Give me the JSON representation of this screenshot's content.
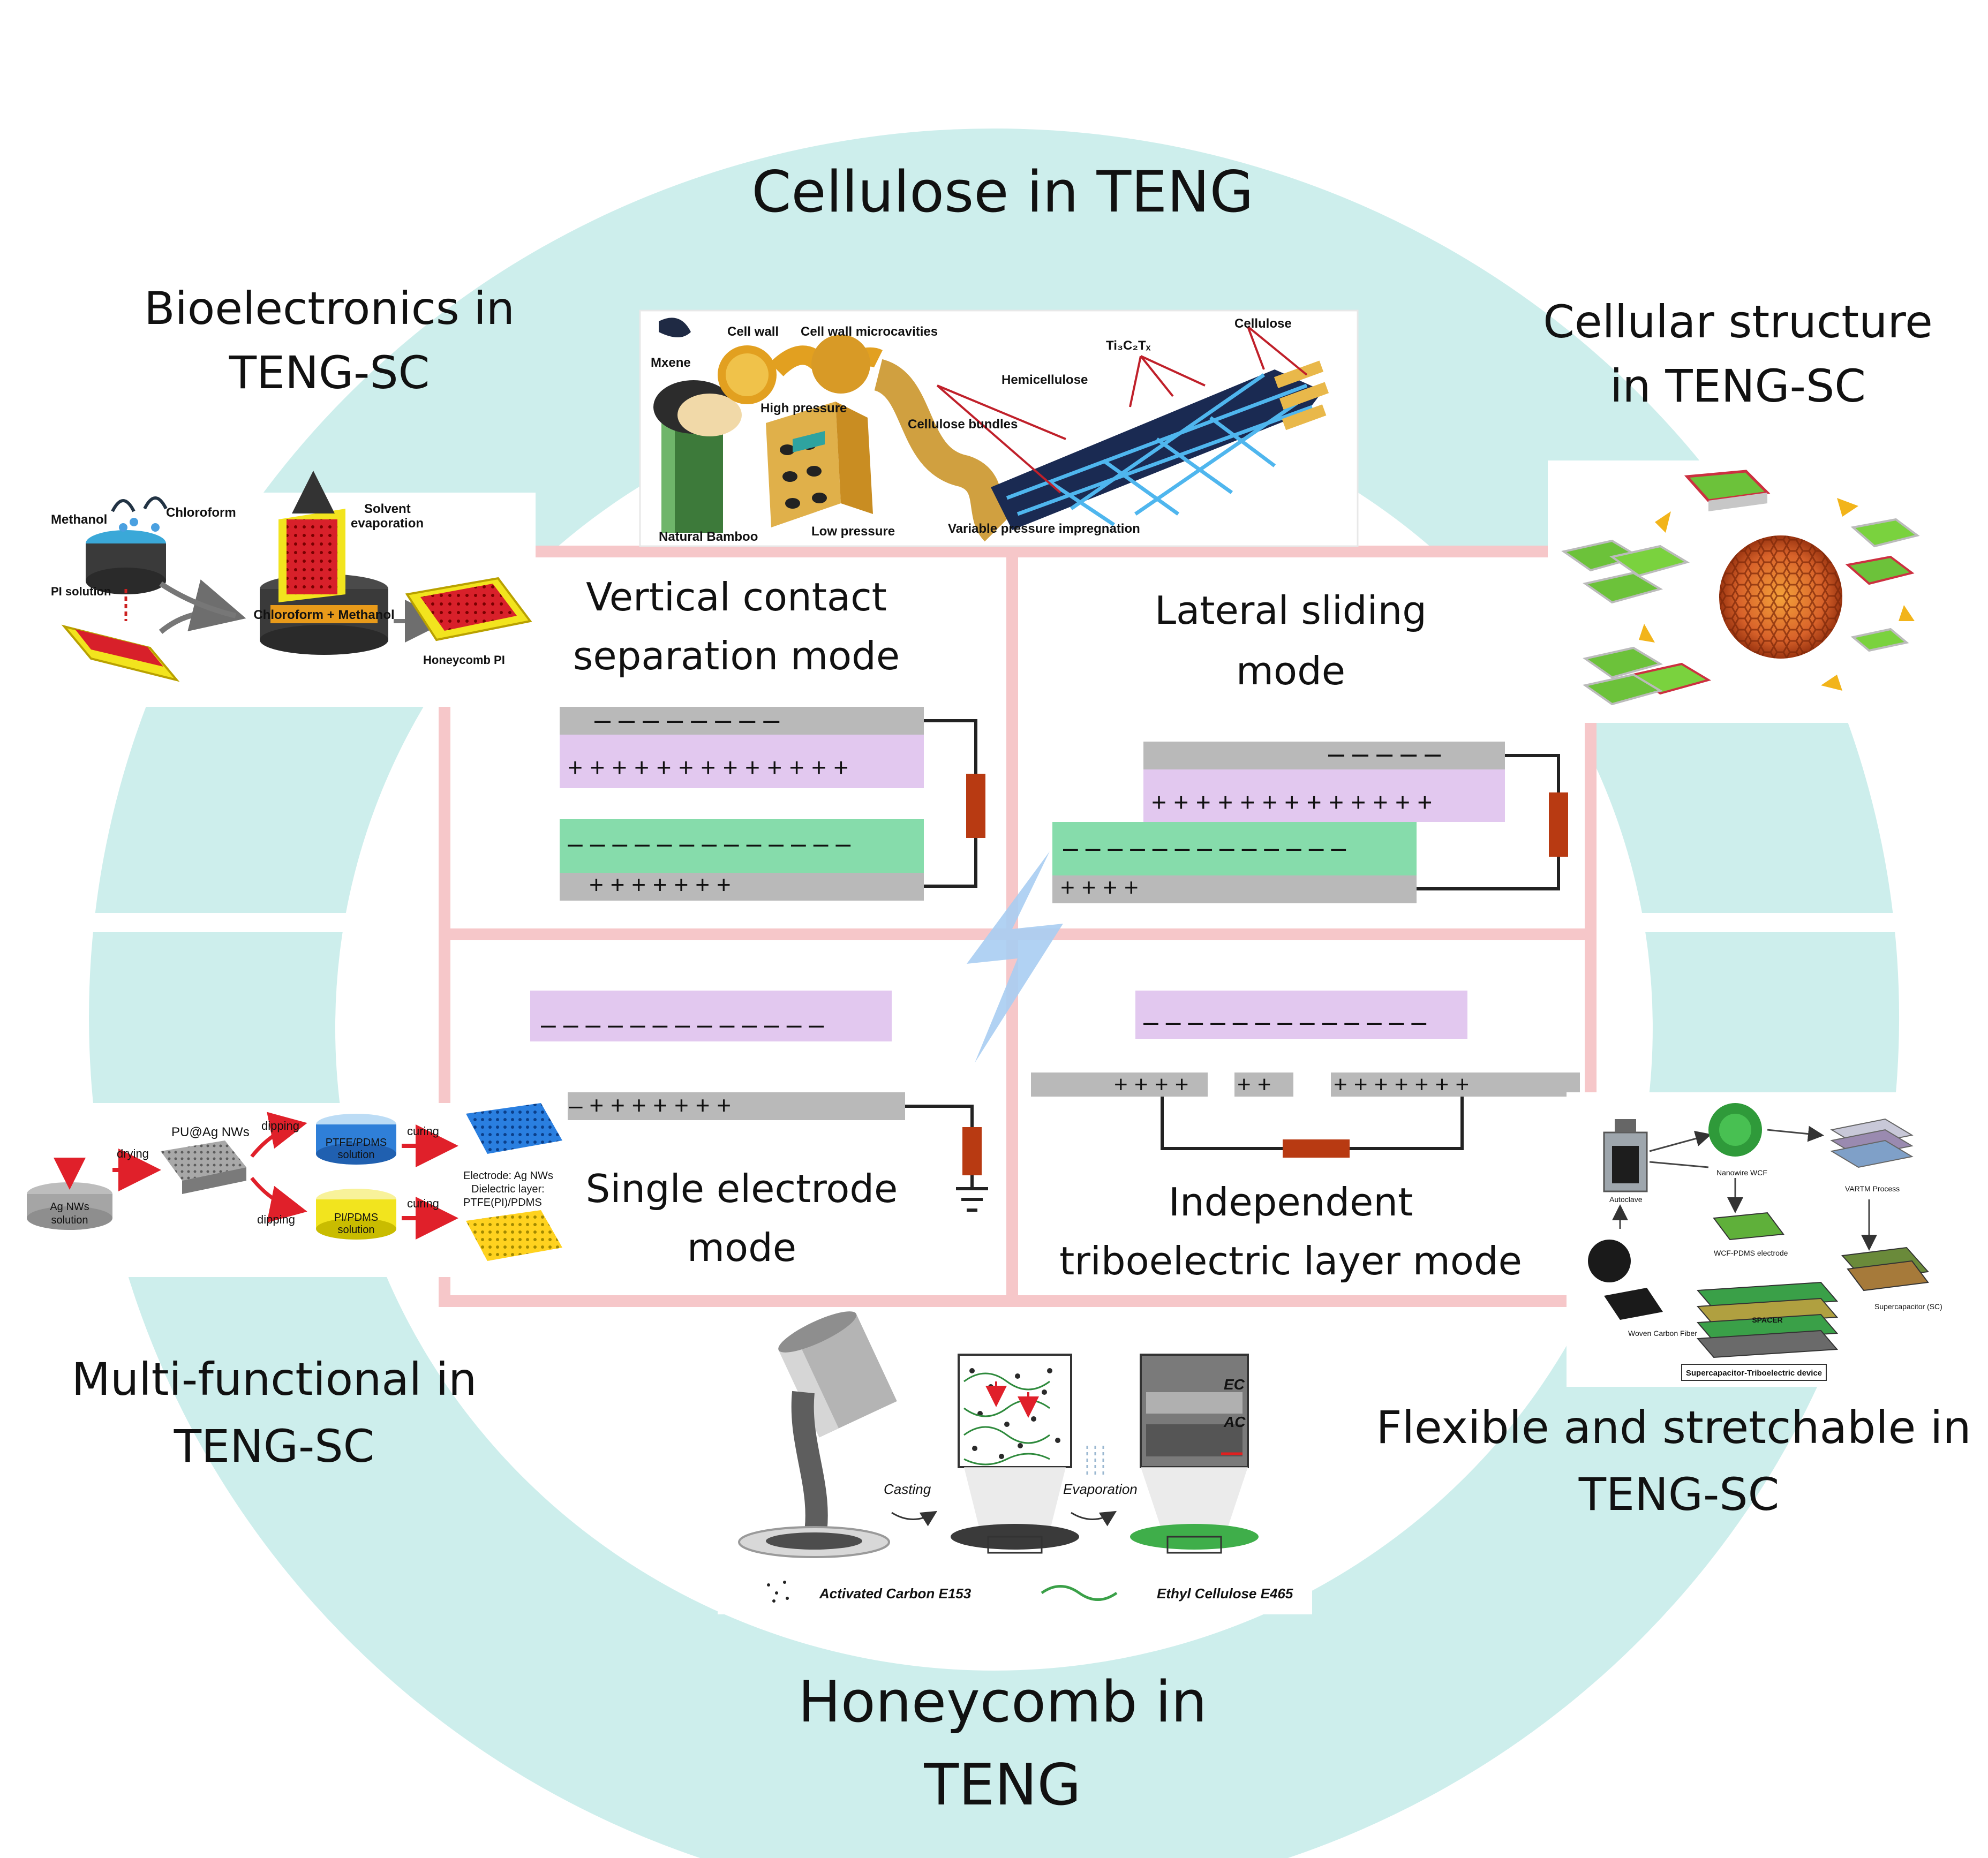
{
  "titles": {
    "top": "Cellulose in TENG",
    "bottom_line1": "Honeycomb in",
    "bottom_line2": "TENG",
    "bio_line1": "Bioelectronics in",
    "bio_line2": "TENG-SC",
    "cell_line1": "Cellular structure",
    "cell_line2": "in TENG-SC",
    "multi_line1": "Multi-functional in",
    "multi_line2": "TENG-SC",
    "flex_line1": "Flexible and stretchable in",
    "flex_line2": "TENG-SC"
  },
  "modes": {
    "vertical_line1": "Vertical contact",
    "vertical_line2": "separation mode",
    "lateral_line1": "Lateral sliding",
    "lateral_line2": "mode",
    "single_line1": "Single electrode",
    "single_line2": "mode",
    "independent_line1": "Independent",
    "independent_line2": "triboelectric layer mode"
  },
  "charges": {
    "v_top_minus": "–   –   –   –   –   –   –   –",
    "v_top_plus": "+ + + + + + + + + + + + +",
    "v_bot_minus": "– – – – – – – – – – – – –",
    "v_bot_plus": "+   +   +   +   +   +   +",
    "l_top_minus": "–   –   –   –   –",
    "l_top_plus": "+ + + + + + + + + + + + +",
    "l_bot_minus": "– – – – – – – – – – – – –",
    "l_bot_plus": "+   +   +   +",
    "s_minus": "– – – – – – – – – – – – –",
    "s_plus": "–  +   +   +   +   +   +   +",
    "i_minus": "– – – – – – – – – – – – –",
    "i_plus_a": "+ + + +",
    "i_plus_b": "+ +",
    "i_plus_c": "+ + + + + + +"
  },
  "cellulose_panel": {
    "mxene": "Mxene",
    "cell_wall": "Cell wall",
    "microcavities": "Cell wall microcavities",
    "high_pressure": "High pressure",
    "low_pressure": "Low pressure",
    "natural_bamboo": "Natural Bamboo",
    "cellulose_bundles": "Cellulose bundles",
    "hemicellulose": "Hemicellulose",
    "ti3c2tx": "Ti₃C₂Tₓ",
    "cellulose": "Cellulose",
    "variable_pressure": "Variable pressure impregnation"
  },
  "bio_panel": {
    "methanol": "Methanol",
    "chloroform": "Chloroform",
    "pi_solution": "PI solution",
    "solvent_line1": "Solvent",
    "solvent_line2": "evaporation",
    "beaker_label": "Chloroform + Methanol",
    "honeycomb_pi": "Honeycomb PI"
  },
  "multi_panel": {
    "ag_line1": "Ag NWs",
    "ag_line2": "solution",
    "drying": "drying",
    "pu_ag": "PU@Ag NWs",
    "dipping": "dipping",
    "ptfe_line1": "PTFE/PDMS",
    "ptfe_line2": "solution",
    "pi_line1": "PI/PDMS",
    "pi_line2": "solution",
    "curing": "curing",
    "electrode": "Electrode: Ag NWs",
    "dielectric": "Dielectric layer:",
    "dielectric_mat": "PTFE(PI)/PDMS"
  },
  "honeycomb_panel": {
    "casting": "Casting",
    "evaporation": "Evaporation",
    "ec": "EC",
    "ac": "AC",
    "activated_carbon": "Activated Carbon E153",
    "ethyl_cellulose": "Ethyl Cellulose E465"
  },
  "flex_panel": {
    "autoclave": "Autoclave",
    "nanowire": "Nanowire WCF",
    "vartm": "VARTM Process",
    "woven": "Woven Carbon Fiber",
    "wcf_pdms": "WCF-PDMS electrode",
    "supercap": "Supercapacitor (SC)",
    "device": "Supercapacitor-Triboelectric device",
    "spacer": "SPACER"
  },
  "colors": {
    "ring": "#cdeeec",
    "grid": "#f6c7c9",
    "purple": "#e2c8ef",
    "green": "#86dcab",
    "gray": "#b9b9b9",
    "resistor": "#b83a12",
    "bolt": "#a8cdf2",
    "red_film": "#d8202a",
    "yellow": "#f2e41e"
  },
  "icons": [
    "lightning-bolt-icon",
    "resistor-icon",
    "ground-icon",
    "arrow-icon"
  ]
}
